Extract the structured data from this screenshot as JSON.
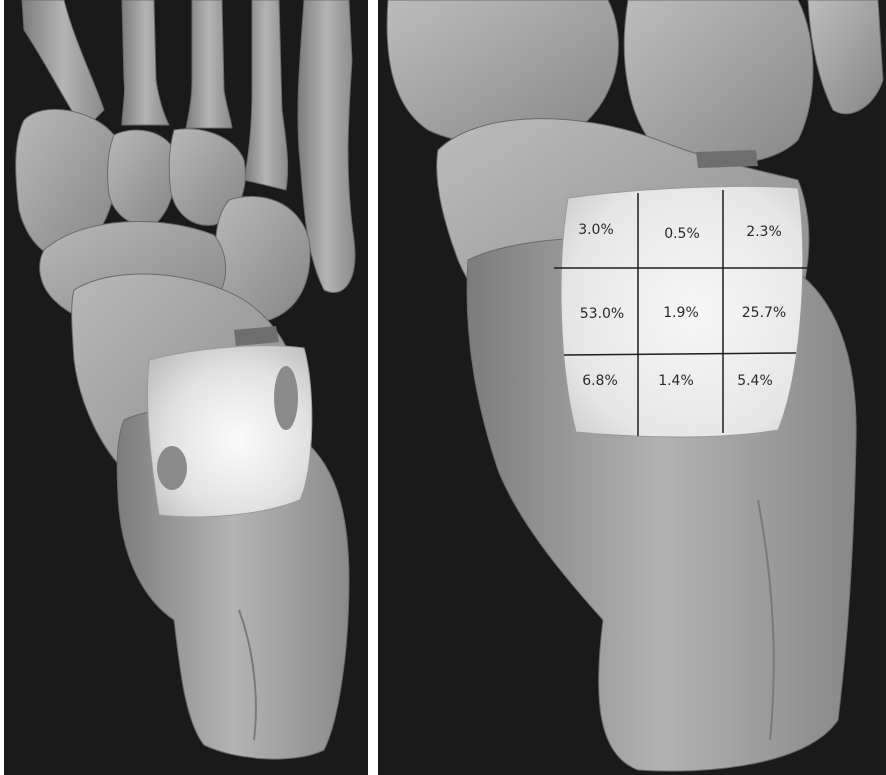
{
  "grid": {
    "rows": [
      [
        "3.0%",
        "0.5%",
        "2.3%"
      ],
      [
        "53.0%",
        "1.9%",
        "25.7%"
      ],
      [
        "6.8%",
        "1.4%",
        "5.4%"
      ]
    ]
  },
  "colors": {
    "background": "#1a1a1a",
    "bone": "#9a9a9a",
    "bone_light": "#c2c2c2",
    "graft": "#e6e6e6",
    "graft_hole": "#8a8a8a",
    "grid_line": "#1e1e1e",
    "text": "#2a2a2a"
  }
}
